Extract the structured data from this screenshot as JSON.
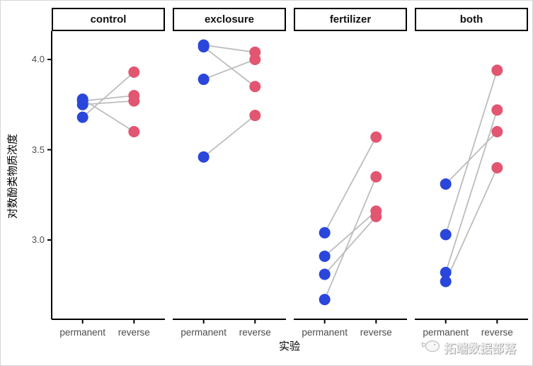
{
  "chart_data": {
    "type": "scatter",
    "description": "Faceted paired interaction plot: blue dots (permanent) linked by gray segments to pink dots (reverse) within each experiment facet",
    "facets": [
      {
        "label": "control",
        "pairs": [
          [
            3.78,
            3.6
          ],
          [
            3.77,
            3.8
          ],
          [
            3.75,
            3.77
          ],
          [
            3.68,
            3.93
          ]
        ]
      },
      {
        "label": "exclosure",
        "pairs": [
          [
            4.08,
            4.04
          ],
          [
            4.07,
            3.85
          ],
          [
            3.89,
            4.0
          ],
          [
            3.46,
            3.69
          ]
        ]
      },
      {
        "label": "fertilizer",
        "pairs": [
          [
            3.04,
            3.57
          ],
          [
            2.91,
            3.16
          ],
          [
            2.81,
            3.13
          ],
          [
            2.67,
            3.35
          ]
        ]
      },
      {
        "label": "both",
        "pairs": [
          [
            3.31,
            3.6
          ],
          [
            3.03,
            3.94
          ],
          [
            2.82,
            3.72
          ],
          [
            2.77,
            3.4
          ]
        ]
      }
    ],
    "x_categories": [
      "permanent",
      "reverse"
    ],
    "xlabel": "实验",
    "ylabel": "对数酚类物质浓度",
    "y_ticks": [
      4.0,
      3.5,
      3.0
    ],
    "y_tick_labels": [
      "4.0",
      "3.5",
      "3.0"
    ],
    "ylim": [
      2.56,
      4.16
    ],
    "grid": false,
    "legend_position": "none",
    "colors": {
      "permanent_point": "#2a46db",
      "reverse_point": "#e25671",
      "pair_line": "#bdbdbd",
      "axis_line": "#000000",
      "tick_label": "#4d4d4d",
      "strip_border": "#000000",
      "strip_bg": "#ffffff",
      "panel_bg": "#ffffff"
    }
  },
  "watermark": {
    "text": "拓端数据部落",
    "icon": "whale-logo-icon"
  }
}
